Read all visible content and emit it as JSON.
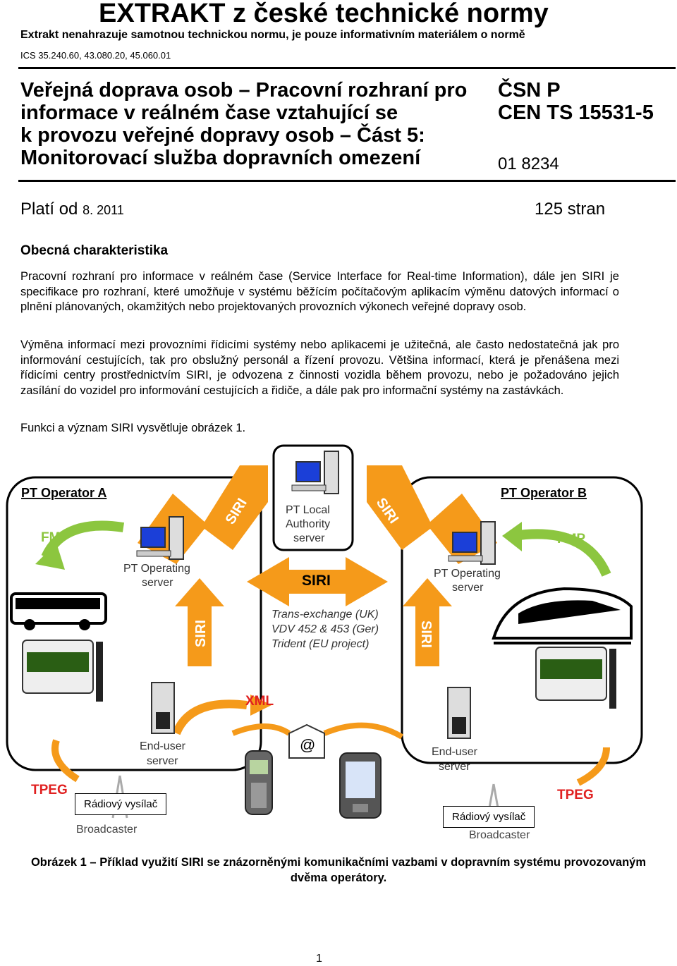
{
  "header": {
    "main_title": "EXTRAKT z české technické normy",
    "subtitle": "Extrakt nenahrazuje samotnou technickou normu, je pouze informativním materiálem o normě",
    "ics": "ICS 35.240.60, 43.080.20, 45.060.01"
  },
  "title_block": {
    "lines": [
      "Veřejná doprava osob – Pracovní rozhraní pro",
      "informace v reálném čase vztahující se",
      "k provozu veřejné dopravy osob – Část 5:",
      "Monitorovací služba dopravních omezení"
    ],
    "code_line1": "ČSN P",
    "code_line2": "CEN TS 15531-5",
    "class_code": "01 8234"
  },
  "meta": {
    "valid_label": "Platí od",
    "valid_date": "8. 2011",
    "pages": "125 stran"
  },
  "body": {
    "section_heading": "Obecná charakteristika",
    "paragraphs": [
      "Pracovní rozhraní pro informace v reálném čase (Service Interface for Real-time Information), dále jen SIRI je specifikace pro rozhraní, které umožňuje v systému běžícím počítačovým aplikacím výměnu datových informací o plnění plánovaných, okamžitých nebo projektovaných provozních výkonech veřejné dopravy osob.",
      "Výměna informací mezi provozními řídicími systémy nebo aplikacemi je užitečná, ale často nedostatečná jak pro informování cestujících, tak pro obslužný personál a řízení provozu. Většina informací, která je přenášena mezi řídicími centry prostřednictvím SIRI, je odvozena z činnosti vozidla během provozu, nebo je požadováno jejich zasílání do vozidel pro informování cestujících a řidiče, a dále pak pro informační systémy na zastávkách.",
      "Funkci a význam SIRI vysvětluje obrázek 1."
    ]
  },
  "figure": {
    "operator_a": "PT Operator A",
    "operator_b": "PT Operator B",
    "fmp": "FMP",
    "siri": "SIRI",
    "xml": "XML",
    "at_sign": "@",
    "tpeg": "TPEG",
    "local_authority": [
      "PT Local",
      "Authority",
      "server"
    ],
    "operating_server": [
      "PT Operating",
      "server"
    ],
    "end_user_server": [
      "End-user",
      "server"
    ],
    "exchange_lines": [
      "Trans-exchange (UK)",
      "VDV 452 & 453 (Ger)",
      "Trident  (EU project)"
    ],
    "broadcaster": "Broadcaster",
    "radio_label": "Rádiový vysílač",
    "colors": {
      "arrow_orange": "#f59a1a",
      "arrow_green": "#8cc63f",
      "text_red": "#e02020"
    }
  },
  "caption": "Obrázek 1 – Příklad využití SIRI se znázorněnými komunikačními vazbami v dopravním systému provozovaným dvěma operátory.",
  "page_number": "1"
}
